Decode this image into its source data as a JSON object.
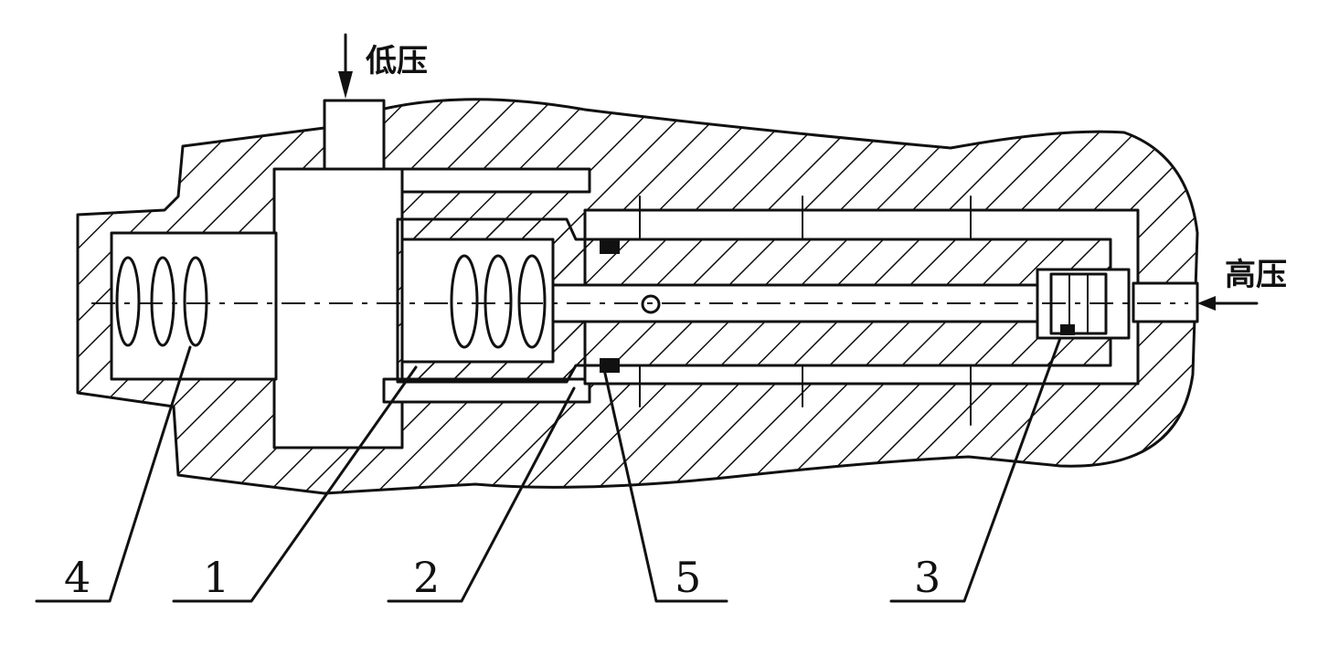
{
  "flows": {
    "low_pressure_label": "低压",
    "high_pressure_label": "高压"
  },
  "callouts": [
    {
      "number": "4"
    },
    {
      "number": "1"
    },
    {
      "number": "2"
    },
    {
      "number": "5"
    },
    {
      "number": "3"
    }
  ],
  "colors": {
    "line": "#111111",
    "background": "#ffffff"
  }
}
